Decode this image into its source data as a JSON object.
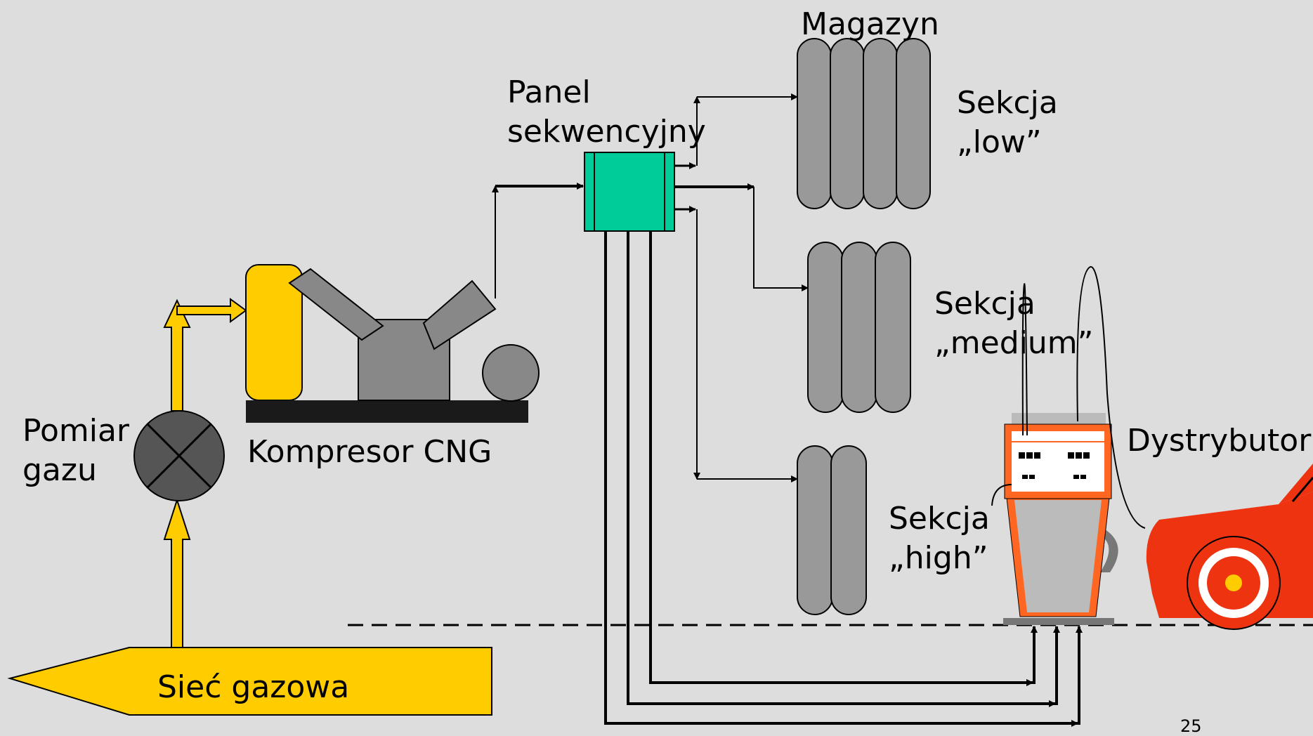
{
  "labels": {
    "storage": "Magazyn",
    "panel_line1": "Panel",
    "panel_line2": "sekwencyjny",
    "section_low_line1": "Sekcja",
    "section_low_line2": "„low”",
    "section_medium_line1": "Sekcja",
    "section_medium_line2": "„medium”",
    "section_high_line1": "Sekcja",
    "section_high_line2": "„high”",
    "dispenser": "Dystrybutor",
    "gas_meter_line1": "Pomiar",
    "gas_meter_line2": "gazu",
    "compressor": "Kompresor CNG",
    "gas_network": "Sieć gazowa",
    "page_number": "25"
  },
  "colors": {
    "background": "#dddddd",
    "cylinder": "#999999",
    "gas_yellow": "#ffcc00",
    "panel_teal": "#00cc99",
    "compressor_gray": "#888888",
    "meter_dark": "#555555",
    "dispenser_orange": "#ff6622",
    "car_red": "#ee3311"
  },
  "storage_sections": [
    {
      "name": "low",
      "cylinders": 4
    },
    {
      "name": "medium",
      "cylinders": 3
    },
    {
      "name": "high",
      "cylinders": 2
    }
  ]
}
